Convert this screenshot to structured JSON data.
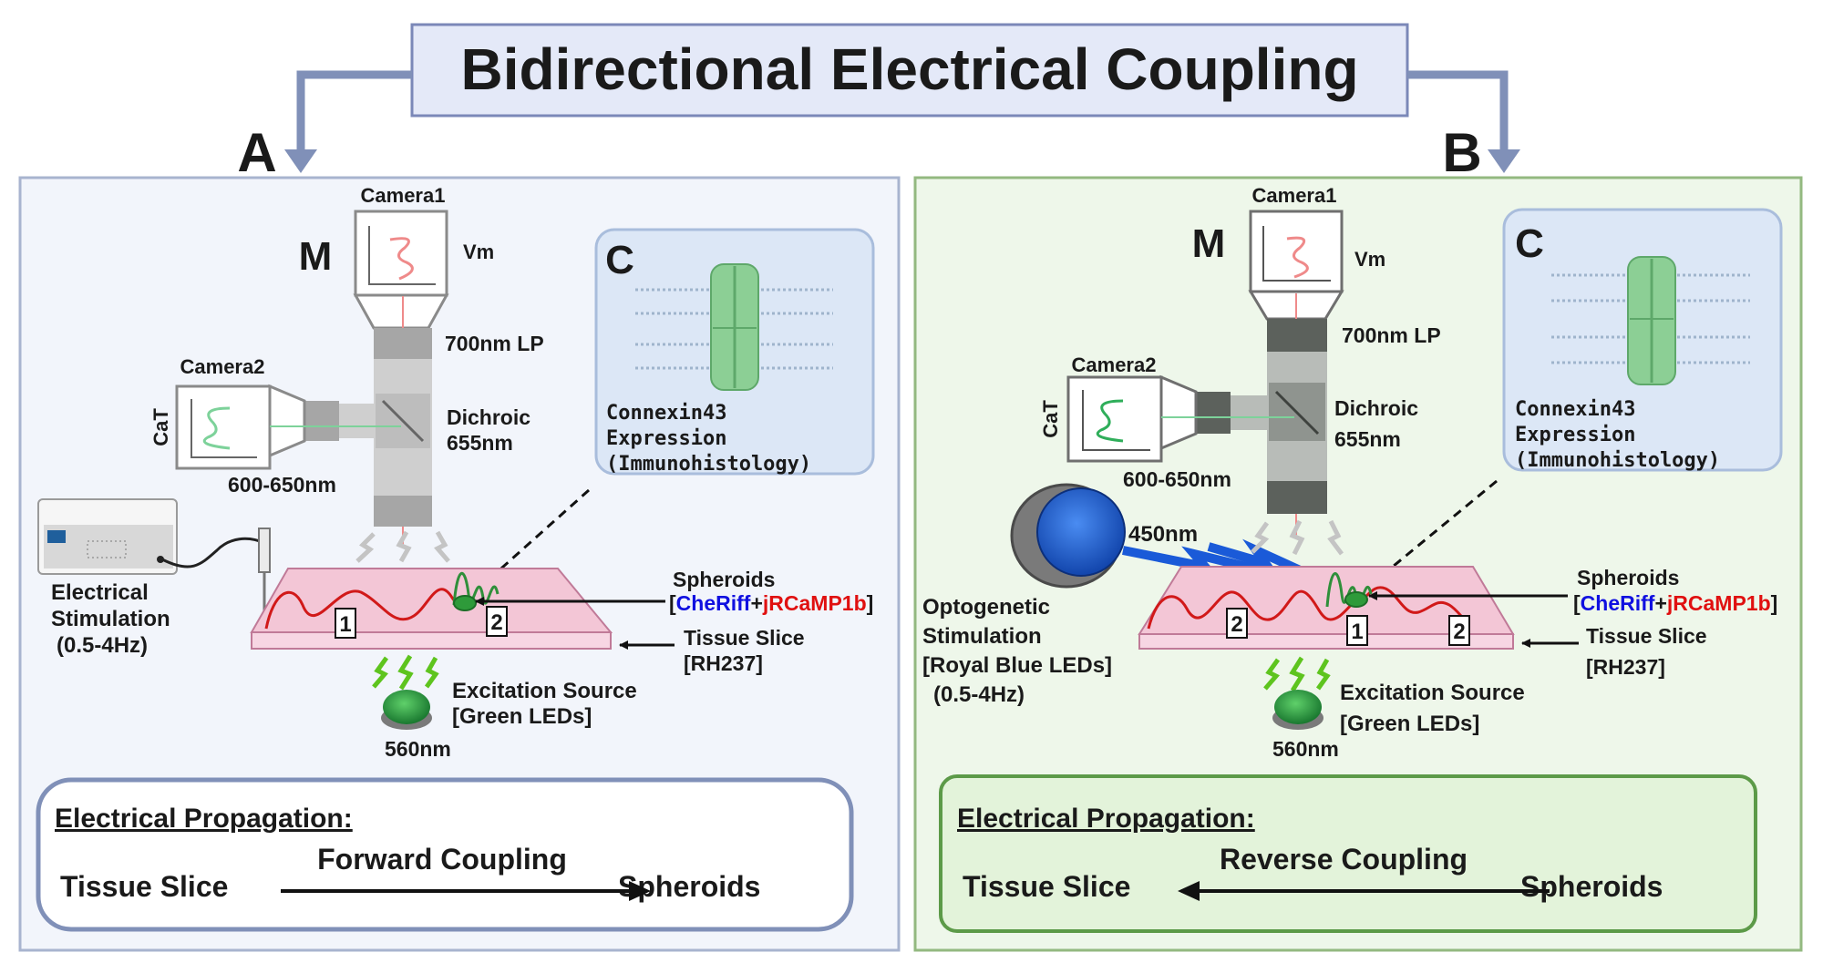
{
  "title": "Bidirectional Electrical Coupling",
  "colors": {
    "arrow": "#8090b8",
    "title_fill": "#e4e9f8",
    "title_stroke": "#7b88b8",
    "panel_a_fill": "#f2f5fb",
    "panel_a_stroke": "#a8b4cf",
    "panel_b_fill": "#eef7ea",
    "panel_b_stroke": "#93b980",
    "slice": "#f3c6d6",
    "cheriff": "#1010e0",
    "jrcamp": "#e01010",
    "led_green": "#1e8a32",
    "led_blue": "#1a5ad8"
  },
  "panel_a": {
    "letter": "A",
    "microscope_label": "M",
    "camera1": "Camera1",
    "vm": "Vm",
    "lp": "700nm LP",
    "camera2": "Camera2",
    "cat": "CaT",
    "dichroic": "Dichroic",
    "dichroic_nm": "655nm",
    "bandpass": "600-650nm",
    "inset_letter": "C",
    "connexin": "Connexin43",
    "expression": "Expression",
    "immuno": "(Immunohistology)",
    "stim_line1": "Electrical",
    "stim_line2": "Stimulation",
    "stim_line3": "(0.5-4Hz)",
    "spheroids": "Spheroids",
    "bracket_open": "[",
    "cheriff": "CheRiff",
    "plus": "+",
    "jrcamp": "jRCaMP1b",
    "bracket_close": "]",
    "tissue_slice": "Tissue Slice",
    "rh237": "[RH237]",
    "excitation": "Excitation Source",
    "green_leds": "[Green LEDs]",
    "nm560": "560nm",
    "marker1": "1",
    "marker2": "2",
    "propagation_title": "Electrical Propagation:",
    "coupling": "Forward Coupling",
    "from": "Tissue Slice",
    "to": "Spheroids"
  },
  "panel_b": {
    "letter": "B",
    "microscope_label": "M",
    "camera1": "Camera1",
    "vm": "Vm",
    "lp": "700nm LP",
    "camera2": "Camera2",
    "cat": "CaT",
    "dichroic": "Dichroic",
    "dichroic_nm": "655nm",
    "bandpass": "600-650nm",
    "inset_letter": "C",
    "connexin": "Connexin43",
    "expression": "Expression",
    "immuno": "(Immunohistology)",
    "opto_nm": "450nm",
    "stim_line1": "Optogenetic",
    "stim_line2": "Stimulation",
    "stim_line3": "[Royal Blue LEDs]",
    "stim_line4": "(0.5-4Hz)",
    "spheroids": "Spheroids",
    "bracket_open": "[",
    "cheriff": "CheRiff",
    "plus": "+",
    "jrcamp": "jRCaMP1b",
    "bracket_close": "]",
    "tissue_slice": "Tissue Slice",
    "rh237": "[RH237]",
    "excitation": "Excitation Source",
    "green_leds": "[Green LEDs]",
    "nm560": "560nm",
    "marker1": "1",
    "marker2": "2",
    "propagation_title": "Electrical Propagation:",
    "coupling": "Reverse Coupling",
    "from": "Tissue Slice",
    "to": "Spheroids"
  }
}
